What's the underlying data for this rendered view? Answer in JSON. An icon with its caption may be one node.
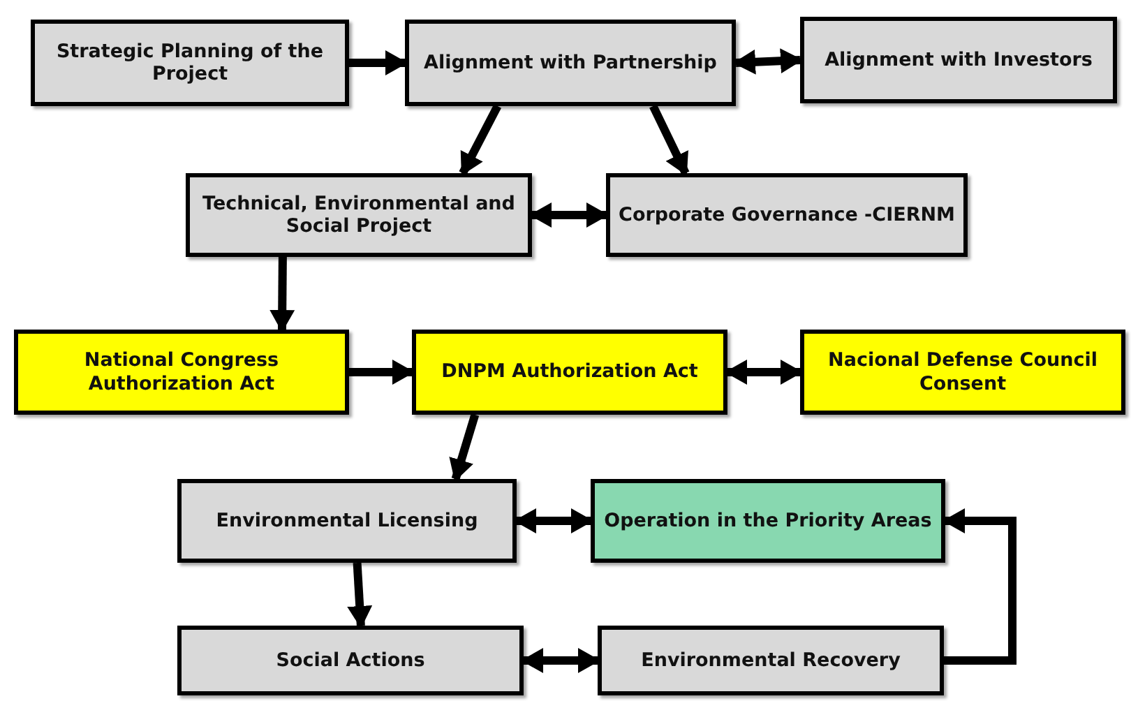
{
  "diagram": {
    "nodes": [
      {
        "text": [
          "Strategic Planning of the Project"
        ]
      },
      {
        "text": [
          "Alignment with Partnership"
        ]
      },
      {
        "text": [
          "Alignment with Investors"
        ]
      },
      {
        "text": [
          "Technical, Environmental and Social Project"
        ]
      },
      {
        "text": [
          "Corporate Governance -CIERNM"
        ]
      },
      {
        "text": [
          "National Congress Authorization Act"
        ]
      },
      {
        "text": [
          "DNPM Authorization Act"
        ]
      },
      {
        "text": [
          "Nacional Defense Council Consent"
        ]
      },
      {
        "text": [
          "Environmental Licensing"
        ]
      },
      {
        "text": [
          "Operation in the Priority Areas"
        ]
      },
      {
        "text": [
          "Social Actions"
        ]
      },
      {
        "text": [
          "Environmental Recovery"
        ]
      }
    ],
    "edges": [
      {
        "from": 0,
        "to": 1,
        "arrow": "to"
      },
      {
        "from": 1,
        "to": 2,
        "arrow": "both"
      },
      {
        "from": 1,
        "to": 3,
        "arrow": "to"
      },
      {
        "from": 1,
        "to": 4,
        "arrow": "to"
      },
      {
        "from": 3,
        "to": 4,
        "arrow": "both"
      },
      {
        "from": 3,
        "to": 5,
        "arrow": "to"
      },
      {
        "from": 5,
        "to": 6,
        "arrow": "to"
      },
      {
        "from": 6,
        "to": 7,
        "arrow": "both"
      },
      {
        "from": 6,
        "to": 8,
        "arrow": "to"
      },
      {
        "from": 8,
        "to": 9,
        "arrow": "both"
      },
      {
        "from": 8,
        "to": 10,
        "arrow": "to"
      },
      {
        "from": 10,
        "to": 11,
        "arrow": "both"
      },
      {
        "from": 11,
        "to": 9,
        "arrow": "to"
      }
    ]
  }
}
